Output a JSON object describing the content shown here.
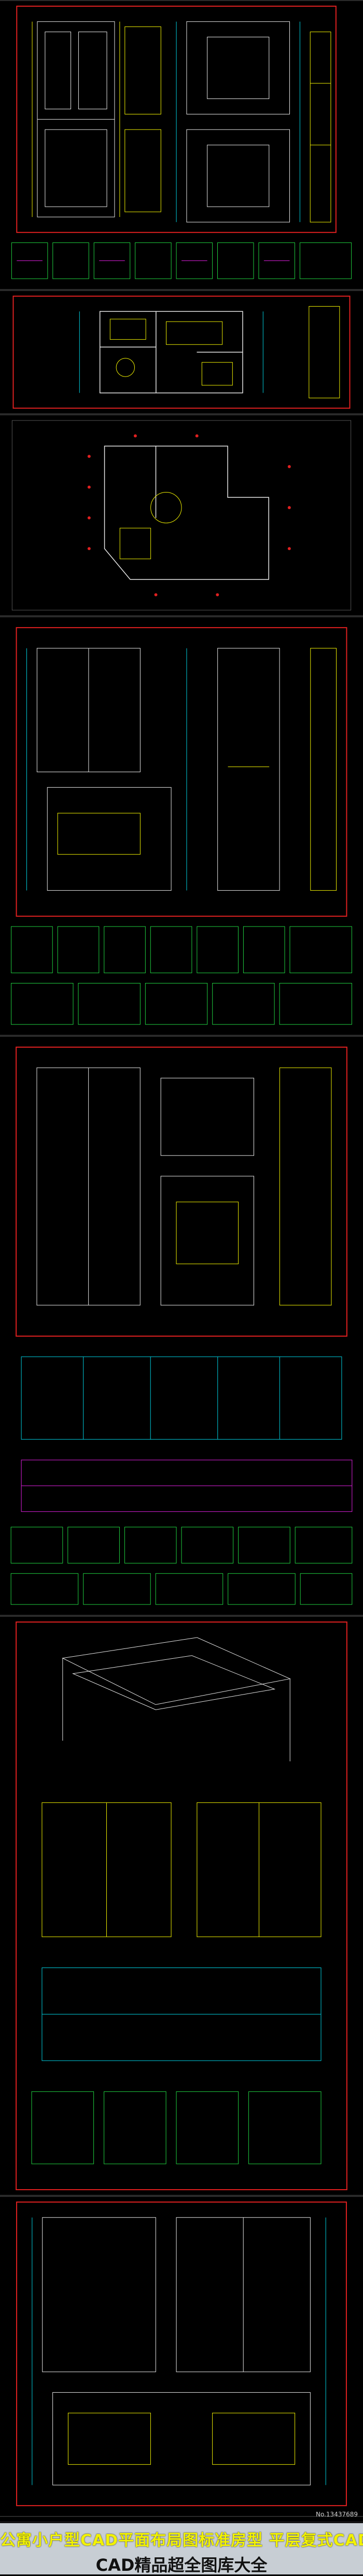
{
  "footer": {
    "title": "公寓小户型CAD平面布局图标准房型 平层复式CAD",
    "subtitle": "CAD精品超全图库大全"
  },
  "image_number": "No.13437689",
  "colors": {
    "background": "#000000",
    "cad_white": "#e8e8e8",
    "cad_yellow": "#f0f000",
    "cad_red": "#e02020",
    "cad_cyan": "#00d0e0",
    "cad_green": "#20d040",
    "cad_magenta": "#e020e0",
    "footer_bg": "#c8ced4",
    "footer_title": "#f2f200"
  }
}
